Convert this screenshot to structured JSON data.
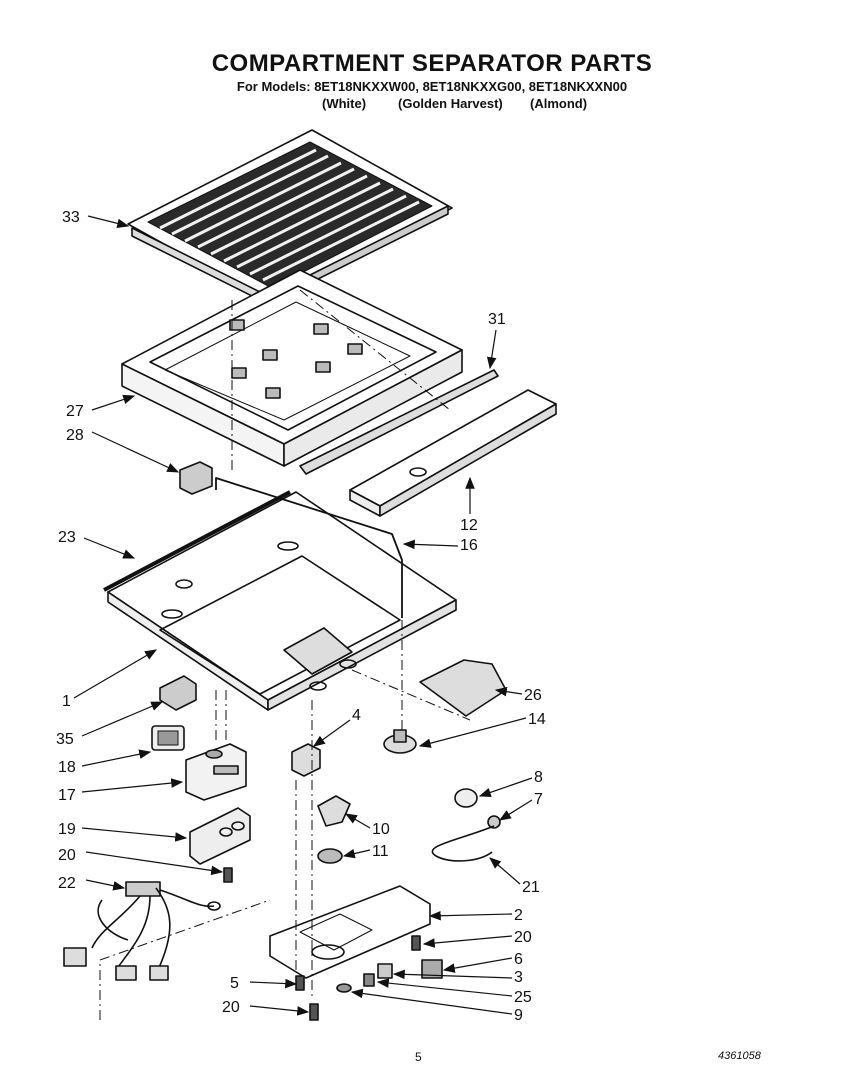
{
  "header": {
    "title": "COMPARTMENT SEPARATOR PARTS",
    "subtitle": "For Models: 8ET18NKXXW00, 8ET18NKXXG00, 8ET18NKXXN00",
    "colors": [
      "(White)",
      "(Golden Harvest)",
      "(Almond)"
    ]
  },
  "callouts": [
    "33",
    "31",
    "27",
    "28",
    "12",
    "23",
    "16",
    "1",
    "26",
    "35",
    "4",
    "14",
    "18",
    "17",
    "8",
    "7",
    "19",
    "10",
    "20",
    "11",
    "22",
    "21",
    "2",
    "20",
    "6",
    "5",
    "3",
    "25",
    "20",
    "9"
  ],
  "footer": {
    "page_number": "5",
    "doc_code": "4361058"
  }
}
